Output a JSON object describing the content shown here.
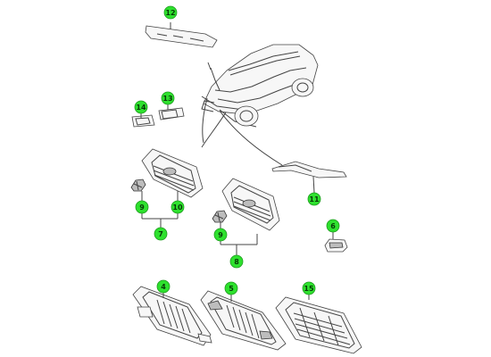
{
  "colors": {
    "callout_fill": "#2ee12e",
    "callout_text": "#063b06",
    "line": "#444444"
  },
  "callouts": [
    {
      "id": "c12",
      "label": "12"
    },
    {
      "id": "c13",
      "label": "13"
    },
    {
      "id": "c14",
      "label": "14"
    },
    {
      "id": "c11",
      "label": "11"
    },
    {
      "id": "c9a",
      "label": "9"
    },
    {
      "id": "c10",
      "label": "10"
    },
    {
      "id": "c7",
      "label": "7"
    },
    {
      "id": "c9b",
      "label": "9"
    },
    {
      "id": "c8",
      "label": "8"
    },
    {
      "id": "c6",
      "label": "6"
    },
    {
      "id": "c4",
      "label": "4"
    },
    {
      "id": "c5",
      "label": "5"
    },
    {
      "id": "c15",
      "label": "15"
    }
  ]
}
